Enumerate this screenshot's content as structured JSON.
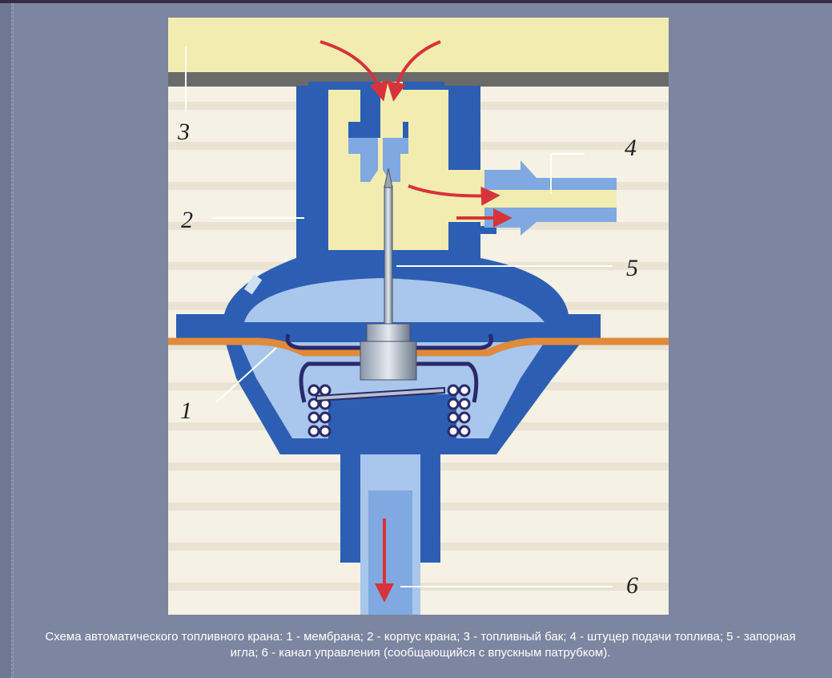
{
  "diagram": {
    "labels": [
      "1",
      "2",
      "3",
      "4",
      "5",
      "6"
    ]
  },
  "caption": "Схема автоматического топливного крана: 1 - мембрана; 2 - корпус крана; 3 - топливный бак; 4 - штуцер подачи топлива; 5 - запорная игла; 6 - канал управления (сообщающийся с впускным патрубком).",
  "colors": {
    "body_blue": "#2c5fb3",
    "light_blue": "#7fa9e0",
    "fuel_yellow": "#f2ecb0",
    "membrane_orange": "#e08a3a",
    "arrow_red": "#d8323a",
    "spring_navy": "#2a2a6a"
  },
  "icons": [
    "flow-arrow-icon"
  ]
}
